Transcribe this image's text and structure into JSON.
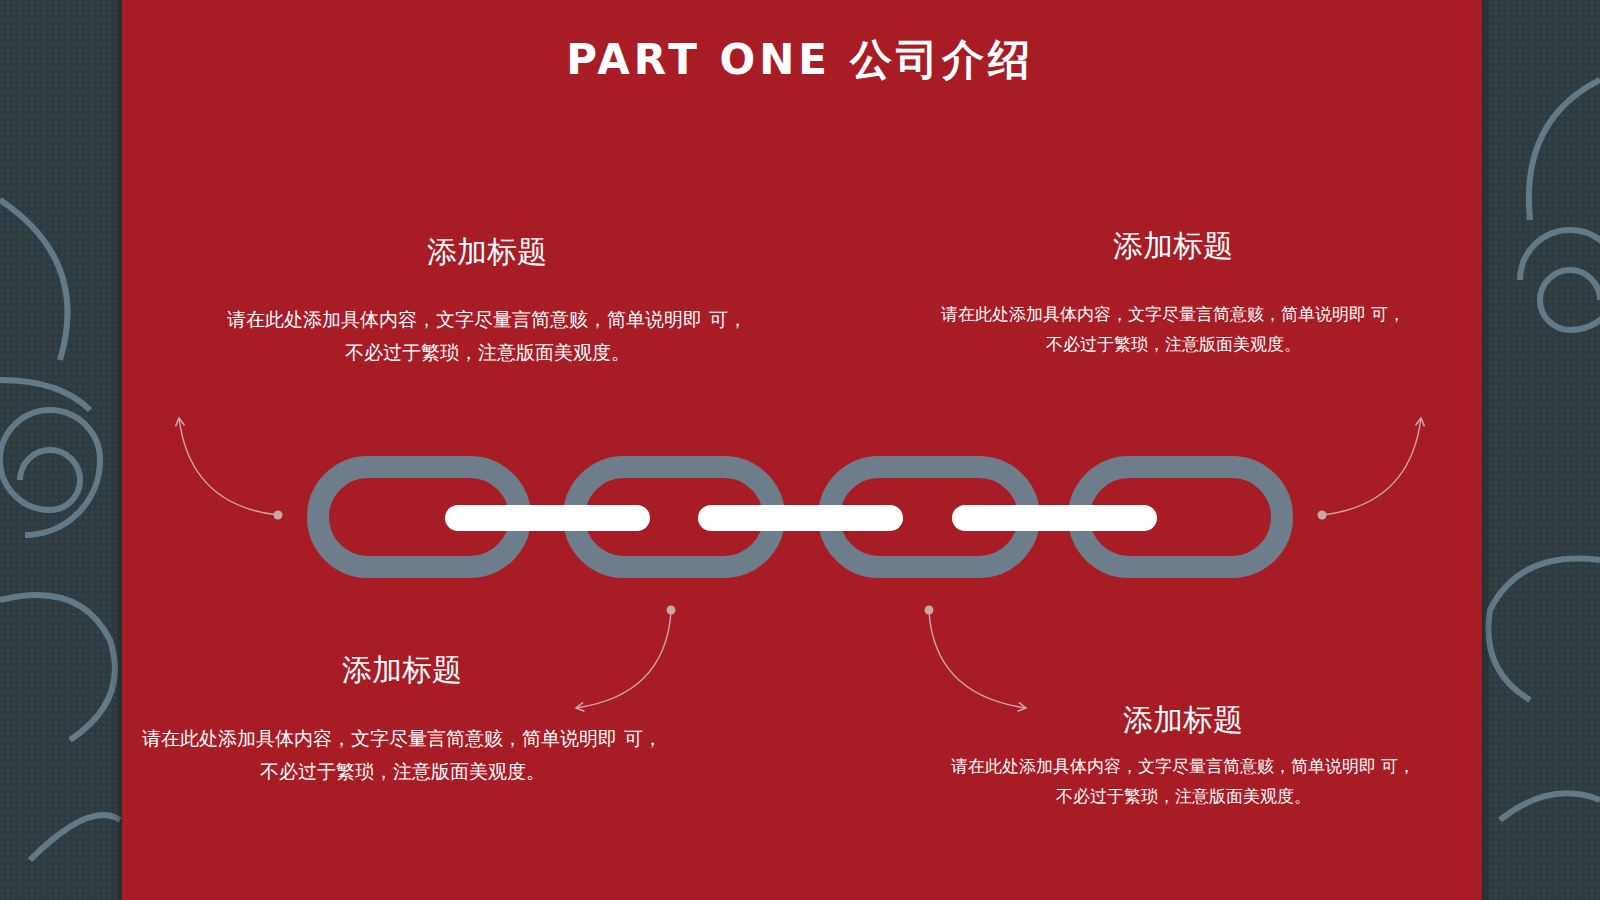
{
  "diagram": {
    "title": "PART ONE 公司介绍",
    "labels": [
      "添加标题",
      "请在此处添加具体内容，文字尽量言简意赅，简单说明即 可，不必过于繁琐，注意版面美观度。",
      "添加标题",
      "请在此处添加具体内容，文字尽量言简意赅，简单说明即 可，不必过于繁琐，注意版面美观度。",
      "添加标题",
      "请在此处添加具体内容，文字尽量言简意赅，简单说明即 可，不必过于繁琐，注意版面美观度。",
      "添加标题",
      "请在此处添加具体内容，文字尽量言简意赅，简单说明即 可，不必过于繁琐，注意版面美观度。"
    ]
  }
}
